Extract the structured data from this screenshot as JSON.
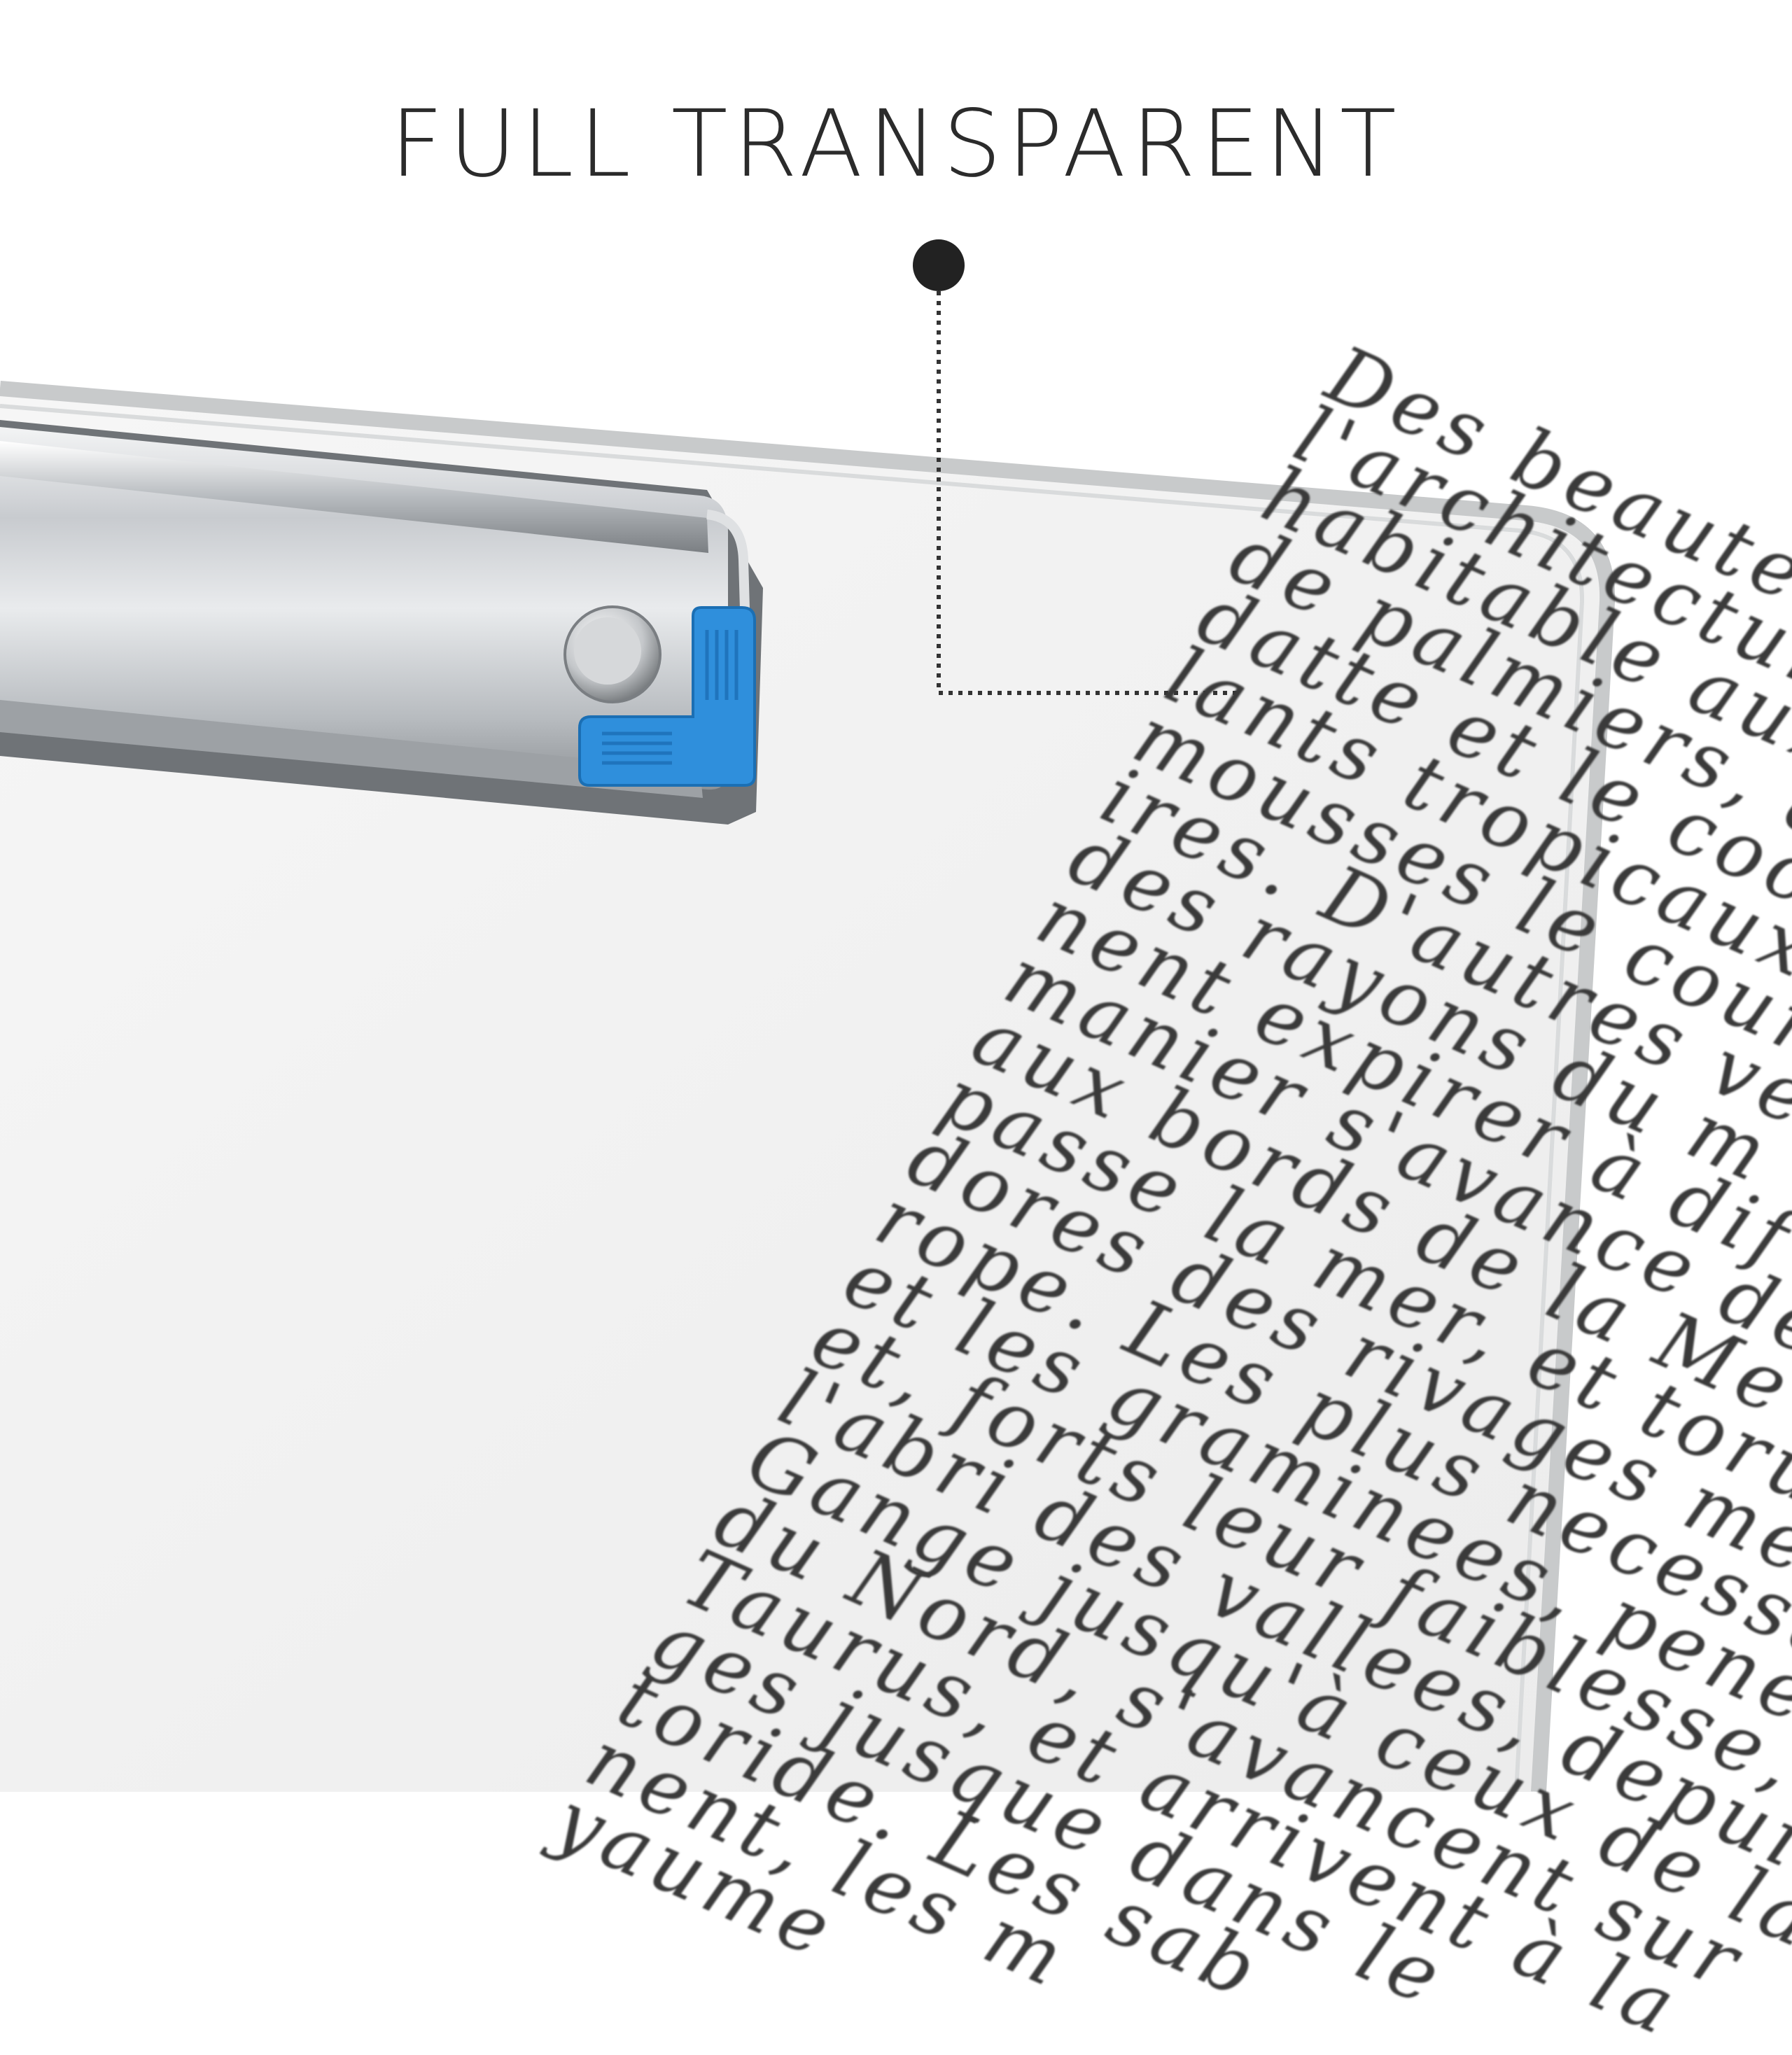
{
  "headline": "FULL TRANSPARENT",
  "handwriting_lines": [
    "Des beautes",
    "l'architecture de",
    "habitable aux ti",
    "de palmiers, arap",
    "datte et le coco,",
    "lants tropicaux, et",
    "mousses le couronne",
    "ires. D'autres veget",
    "des rayons du m",
    "nent expirer à dif",
    "manier s'avance def",
    "aux bords de la Me",
    "passe la mer, et toru",
    "dores des rivages me",
    "rope. Les plus necessa",
    "et les graminees, penetre",
    "et, forts leur faiblesse,",
    "l'abri des vallees, depuis",
    "Gange jusqu'à ceux de la",
    "du Nord, s'avancent sur",
    "Taurus, et arrivent à la",
    "ges jusque dans le",
    "toride. Les sab",
    "nent, les m",
    "yaume"
  ],
  "colors": {
    "clip_accent": "#2f8fdc",
    "clip_metal": "#c9ccd0",
    "board_edge": "#b9bbbd",
    "text_dark": "#2b2b2b"
  }
}
